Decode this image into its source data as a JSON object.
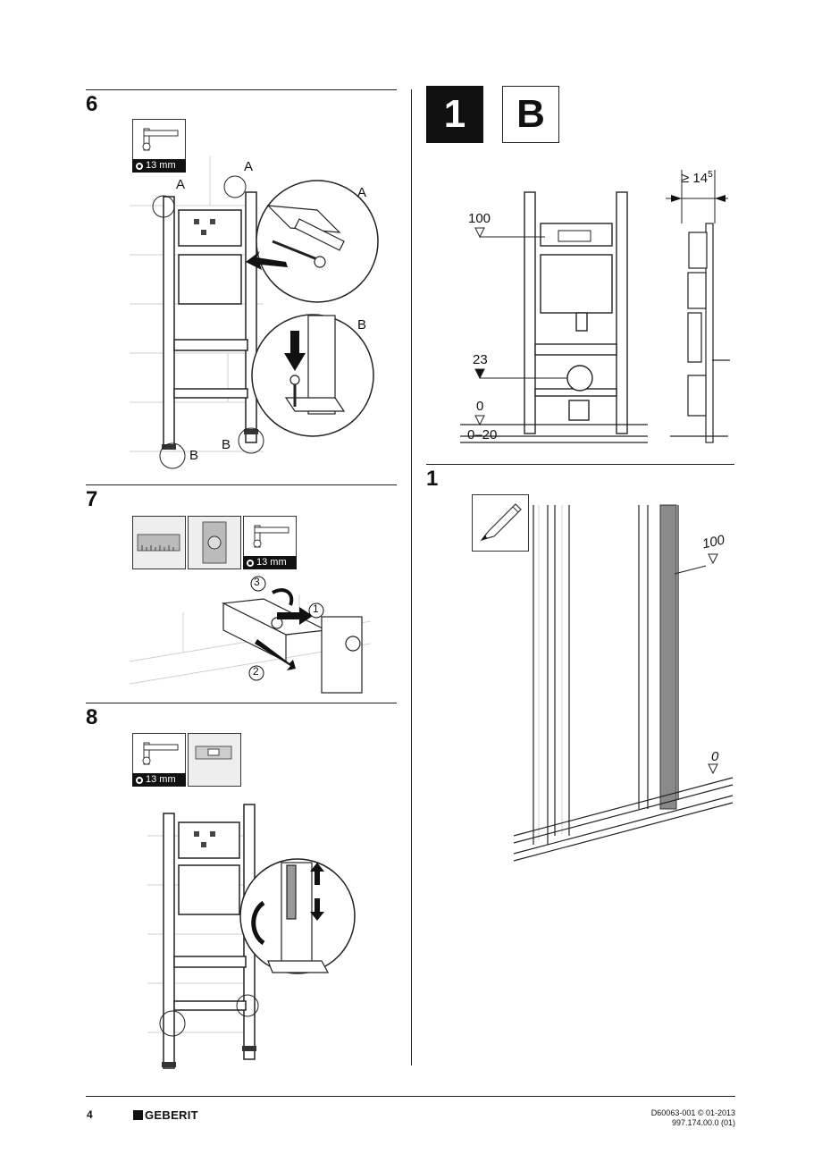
{
  "steps": {
    "s6": {
      "number": "6",
      "tool_badge": "13 mm",
      "labels": {
        "a1": "A",
        "a2": "A",
        "a3": "A",
        "b1": "B",
        "b2": "B",
        "b3": "B"
      }
    },
    "s7": {
      "number": "7",
      "tool_badge": "13 mm",
      "callouts": [
        "3",
        "1",
        "2"
      ]
    },
    "s8": {
      "number": "8",
      "tool_badge": "13 mm"
    },
    "variant": {
      "number": "1",
      "letter": "B"
    },
    "dims": {
      "width_prefix": "≥ 14",
      "width_sup": "5",
      "mark_100": "100",
      "mark_23": "23",
      "mark_0": "0",
      "range": "0–20"
    },
    "s1": {
      "number": "1",
      "mark_100": "100",
      "mark_0": "0"
    }
  },
  "icons": [
    "wrench-icon",
    "ruler-icon",
    "frame-template-icon",
    "spirit-level-icon",
    "pencil-icon"
  ],
  "footer": {
    "page": "4",
    "brand": "GEBERIT",
    "doc_id": "D60063-001 © 01-2013",
    "doc_num": "997.174.00.0 (01)"
  },
  "colors": {
    "ink": "#111111",
    "grey_fill": "#bdbdbd",
    "wall_line": "#cfcfcf",
    "dark_bar": "#7a7a7a"
  }
}
